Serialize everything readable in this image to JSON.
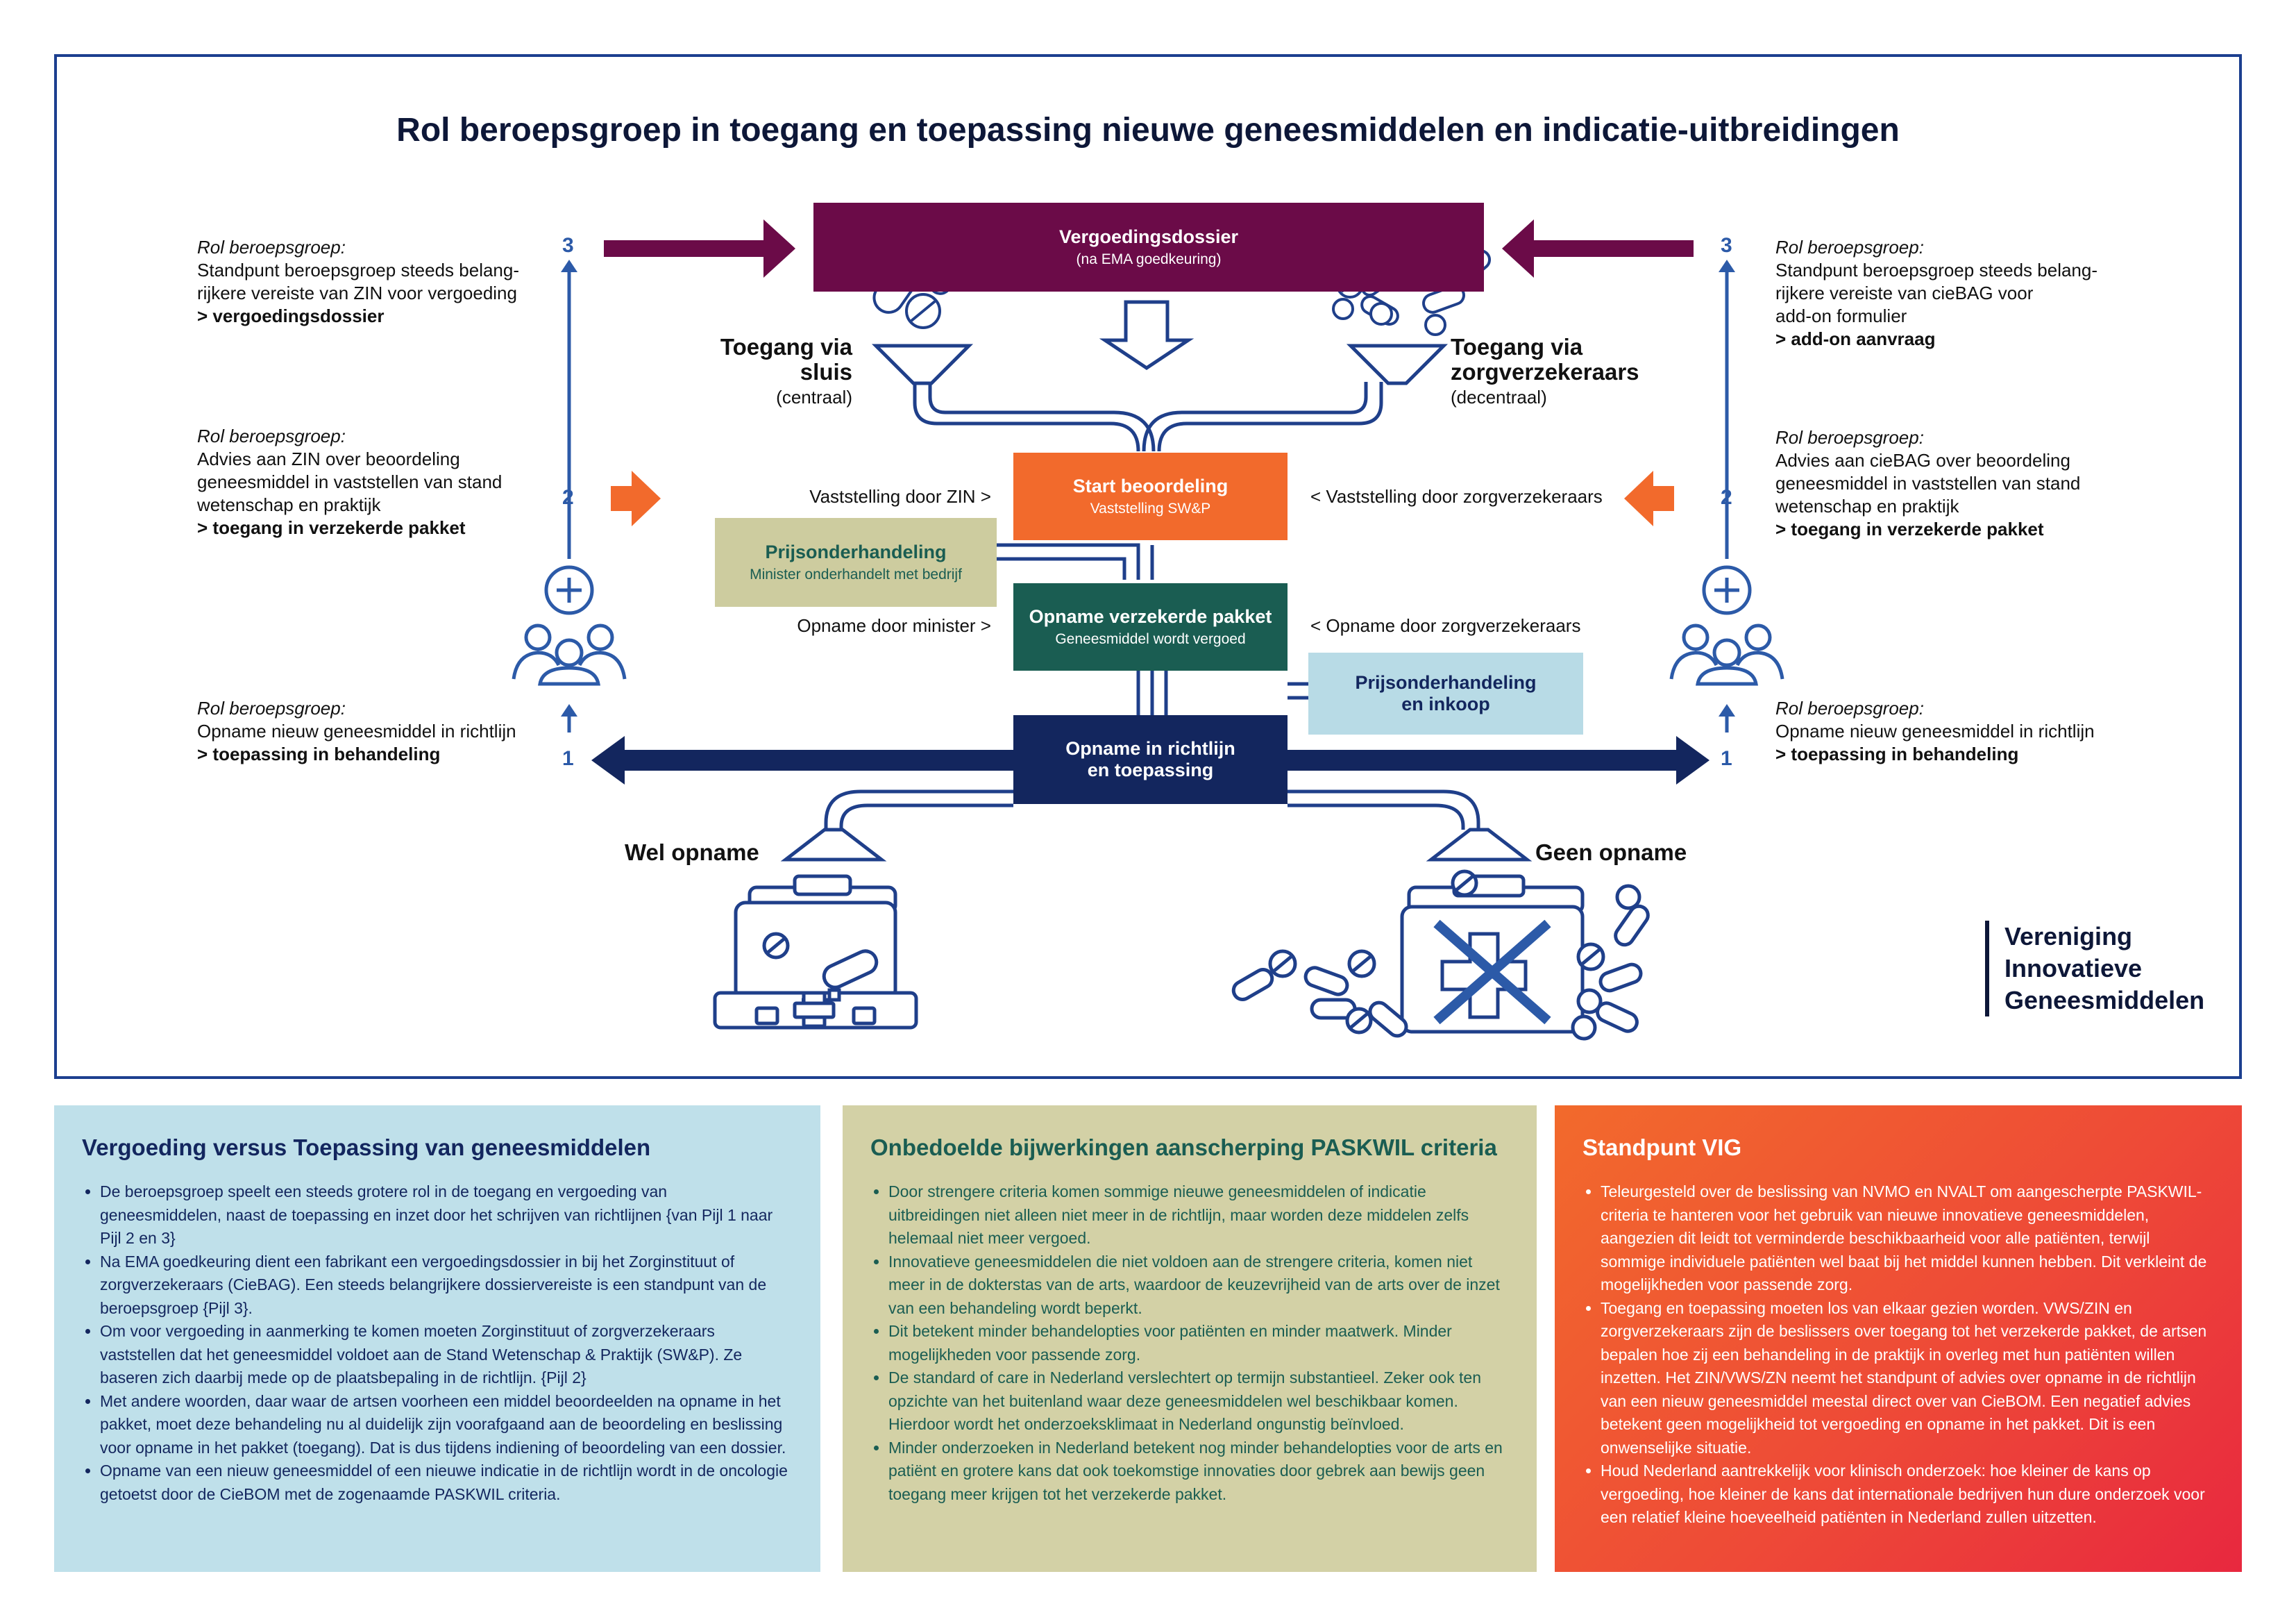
{
  "title": "Rol beroepsgroep in toegang en toepassing nieuwe geneesmiddelen en indicatie-uitbreidingen",
  "colors": {
    "purple": "#6b0b48",
    "orange": "#f26a2c",
    "olive": "#cdcc9f",
    "green": "#1a5d52",
    "navy": "#13265e",
    "lightblue": "#b8dbe6",
    "panel_blue": "#bfe0ea",
    "panel_olive": "#d3d1a6"
  },
  "boxes": {
    "vergoedingsdossier": {
      "title": "Vergoedingsdossier",
      "sub": "(na EMA goedkeuring)"
    },
    "start_beoordeling": {
      "title": "Start beoordeling",
      "sub": "Vaststelling SW&P"
    },
    "prijsonderhandeling_left": {
      "title": "Prijsonderhandeling",
      "sub": "Minister onderhandelt met bedrijf"
    },
    "opname_pakket": {
      "title": "Opname verzekerde pakket",
      "sub": "Geneesmiddel wordt vergoed"
    },
    "prijsonderhandeling_right": {
      "line1": "Prijsonderhandeling",
      "line2": "en inkoop"
    },
    "opname_richtlijn": {
      "line1": "Opname in richtlijn",
      "line2": "en toepassing"
    }
  },
  "labels": {
    "vaststelling_zin": "Vaststelling door ZIN >",
    "vaststelling_zv": "< Vaststelling door zorgverzekeraars",
    "opname_minister": "Opname door minister >",
    "opname_zv": "< Opname door zorgverzekeraars",
    "toegang_sluis": "Toegang via sluis",
    "toegang_sluis_sub": "(centraal)",
    "toegang_zv_1": "Toegang via",
    "toegang_zv_2": "zorgverzekeraars",
    "toegang_zv_sub": "(decentraal)",
    "wel_opname": "Wel opname",
    "geen_opname": "Geen opname"
  },
  "numbers": {
    "one": "1",
    "two": "2",
    "three": "3"
  },
  "left_notes": [
    {
      "role": "Rol beroepsgroep:",
      "l1": "Standpunt beroepsgroep steeds belang-",
      "l2": "rijkere vereiste van ZIN voor vergoeding",
      "l3": "",
      "bold": "> vergoedingsdossier"
    },
    {
      "role": "Rol beroepsgroep:",
      "l1": "Advies aan ZIN over beoordeling",
      "l2": "geneesmiddel in vaststellen van stand",
      "l3": "wetenschap en praktijk",
      "bold": "> toegang in verzekerde pakket"
    },
    {
      "role": "Rol beroepsgroep:",
      "l1": "Opname nieuw geneesmiddel in richtlijn",
      "l2": "",
      "l3": "",
      "bold": "> toepassing in behandeling"
    }
  ],
  "right_notes": [
    {
      "role": "Rol beroepsgroep:",
      "l1": "Standpunt beroepsgroep steeds belang-",
      "l2": "rijkere vereiste van cieBAG voor",
      "l3": "add-on formulier",
      "bold": "> add-on aanvraag"
    },
    {
      "role": "Rol beroepsgroep:",
      "l1": "Advies aan cieBAG over beoordeling",
      "l2": "geneesmiddel in vaststellen van stand",
      "l3": "wetenschap en praktijk",
      "bold": "> toegang in verzekerde pakket"
    },
    {
      "role": "Rol beroepsgroep:",
      "l1": "Opname nieuw geneesmiddel in richtlijn",
      "l2": "",
      "l3": "",
      "bold": "> toepassing in behandeling"
    }
  ],
  "logo": {
    "l1": "Vereniging",
    "l2": "Innovatieve",
    "l3": "Geneesmiddelen"
  },
  "panels": [
    {
      "title": "Vergoeding versus Toepassing van geneesmiddelen",
      "items": [
        "De beroepsgroep speelt een steeds grotere rol in de toegang en vergoeding van geneesmiddelen, naast de toepassing en inzet door het schrijven van richtlijnen {van Pijl 1 naar Pijl 2 en 3}",
        "Na EMA goedkeuring dient een fabrikant een vergoedingsdossier in bij het Zorginstituut of zorgverzekeraars (CieBAG). Een steeds belangrijkere dossiervereiste is een standpunt van de beroepsgroep {Pijl 3}.",
        "Om voor vergoeding in aanmerking te komen moeten Zorginstituut of zorgverzekeraars vaststellen dat het geneesmiddel voldoet aan de Stand Wetenschap & Praktijk (SW&P). Ze baseren zich daarbij mede op de plaatsbepaling in de richtlijn. {Pijl 2}",
        "Met andere woorden, daar waar de artsen voorheen een middel beoordeelden na opname in het pakket, moet deze behandeling nu al duidelijk zijn voorafgaand aan de beoordeling en beslissing voor opname in het pakket (toegang). Dat is dus tijdens indiening of beoordeling van een dossier.",
        "Opname van een nieuw geneesmiddel of een nieuwe indicatie in de richtlijn wordt in de oncologie getoetst door de CieBOM met de zogenaamde PASKWIL criteria."
      ]
    },
    {
      "title": "Onbedoelde bijwerkingen aanscherping PASKWIL criteria",
      "items": [
        "Door strengere criteria komen sommige nieuwe geneesmiddelen of indicatie uitbreidingen niet alleen niet meer in de richtlijn, maar worden deze middelen zelfs helemaal niet meer vergoed.",
        "Innovatieve geneesmiddelen die niet voldoen aan de strengere criteria, komen niet meer in de dokterstas van de arts, waardoor de keuzevrijheid van de arts over de inzet van een behandeling wordt beperkt.",
        "Dit betekent minder behandelopties voor patiënten en minder maatwerk. Minder mogelijkheden voor passende zorg.",
        "De standard of care in Nederland verslechtert op termijn substantieel. Zeker ook ten opzichte van het buitenland waar deze geneesmiddelen wel beschikbaar komen. Hierdoor wordt het onderzoeksklimaat in Nederland ongunstig beïnvloed.",
        "Minder onderzoeken in Nederland betekent nog minder behandelopties voor de arts en patiënt en grotere kans dat ook toekomstige innovaties door gebrek aan bewijs geen toegang meer krijgen tot het verzekerde pakket."
      ]
    },
    {
      "title": "Standpunt VIG",
      "items": [
        "Teleurgesteld over de beslissing van NVMO en NVALT om aangescherpte PASKWIL-criteria te hanteren voor het gebruik van nieuwe innovatieve geneesmiddelen, aangezien dit leidt tot verminderde beschikbaarheid voor alle patiënten, terwijl sommige individuele patiënten wel baat bij het middel kunnen hebben. Dit verkleint de mogelijkheden voor passende zorg.",
        "Toegang en toepassing moeten los van elkaar gezien worden. VWS/ZIN en zorgverzekeraars zijn de beslissers over toegang tot het verzekerde pakket, de artsen bepalen hoe zij een behandeling in de praktijk in overleg met hun patiënten willen inzetten. Het ZIN/VWS/ZN neemt het standpunt of advies over opname in de richtlijn van een nieuw geneesmiddel meestal direct over van CieBOM. Een negatief advies betekent geen mogelijkheid tot vergoeding en opname in het pakket. Dit is een onwenselijke situatie.",
        "Houd Nederland aantrekkelijk voor klinisch onderzoek: hoe kleiner de kans op vergoeding, hoe kleiner de kans dat internationale bedrijven hun dure onderzoek voor een relatief kleine hoeveelheid patiënten in Nederland zullen uitzetten."
      ]
    }
  ]
}
